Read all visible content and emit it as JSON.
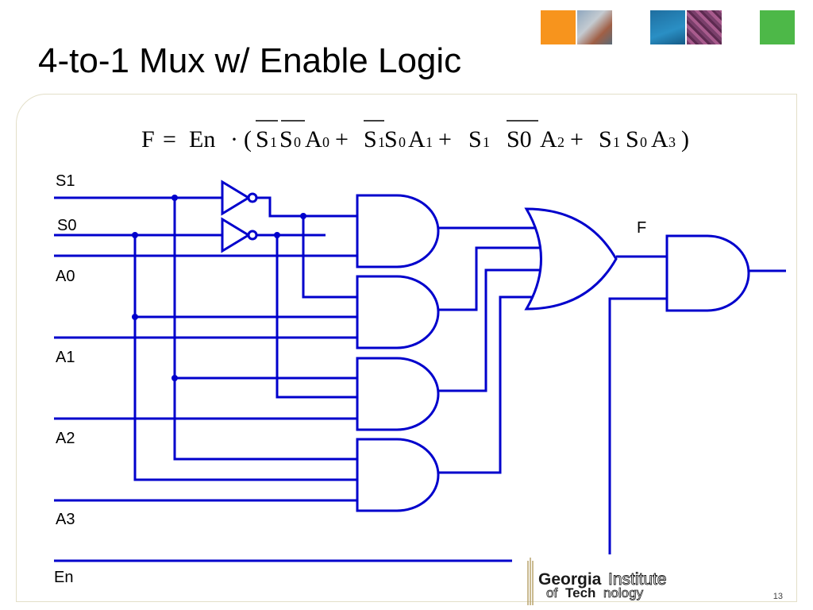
{
  "title": "4-to-1 Mux w/ Enable Logic",
  "equation": {
    "lhs": "F",
    "eq": "=",
    "en": "En",
    "dot": "·",
    "open": "(",
    "close": ")",
    "plus": "+",
    "terms": [
      {
        "s1": "S",
        "s1sub": "1",
        "s0": "S",
        "s0sub": "0",
        "a": "A",
        "asub": "0"
      },
      {
        "s1": "S",
        "s1sub": "1",
        "s0": "S",
        "s0sub": "0",
        "a": "A",
        "asub": "1"
      },
      {
        "s1": "S",
        "s1sub": "1",
        "s0": "S0",
        "s0sub": "",
        "a": "A",
        "asub": "2"
      },
      {
        "s1": "S",
        "s1sub": "1",
        "s0": "S",
        "s0sub": "0",
        "a": "A",
        "asub": "3"
      }
    ]
  },
  "labels": {
    "s1": "S1",
    "s0": "S0",
    "a0": "A0",
    "a1": "A1",
    "a2": "A2",
    "a3": "A3",
    "en": "En",
    "f": "F"
  },
  "logo": {
    "line1a": "Georgia",
    "line1b": "Institute",
    "line2a": "of",
    "line2b": "Tech",
    "line2c": "nology"
  },
  "page_number": "13",
  "colors": {
    "wire": "#0000cc",
    "frame": "#e3dfc8",
    "logo_gold": "#b8a36a",
    "logo_dark": "#1a1a1a"
  }
}
